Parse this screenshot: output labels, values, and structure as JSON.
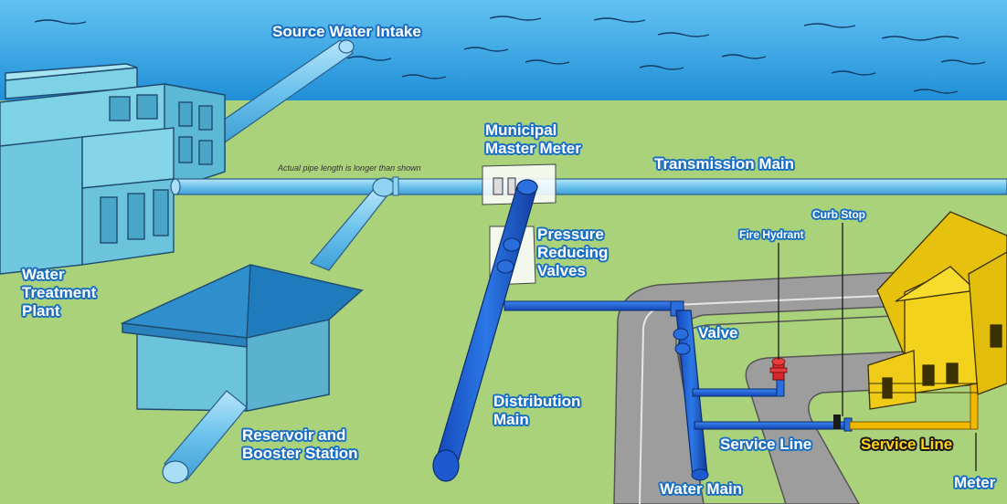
{
  "labels": {
    "source_water_intake": "Source Water Intake",
    "municipal_master_meter": [
      "Municipal",
      "Master Meter"
    ],
    "transmission_main": "Transmission Main",
    "pipe_note": "Actual pipe length is longer than shown",
    "water_treatment_plant": [
      "Water",
      "Treatment",
      "Plant"
    ],
    "pressure_reducing_valves": [
      "Pressure",
      "Reducing",
      "Valves"
    ],
    "curb_stop": "Curb Stop",
    "fire_hydrant": "Fire Hydrant",
    "valve": "Valve",
    "distribution_main": [
      "Distribution",
      "Main"
    ],
    "reservoir_booster": [
      "Reservoir and",
      "Booster Station"
    ],
    "service_line_public": "Service Line",
    "service_line_private": "Service Line",
    "water_main": "Water Main",
    "meter": "Meter"
  },
  "colors": {
    "water": "#3aa6e6",
    "grass": "#a9d27a",
    "pipe_light": "#7cc8ee",
    "pipe_dark": "#1e5fd0",
    "building": "#7fd3e6",
    "road": "#9a9a9a",
    "house": "#f2d21a",
    "service_private": "#f0b800"
  }
}
